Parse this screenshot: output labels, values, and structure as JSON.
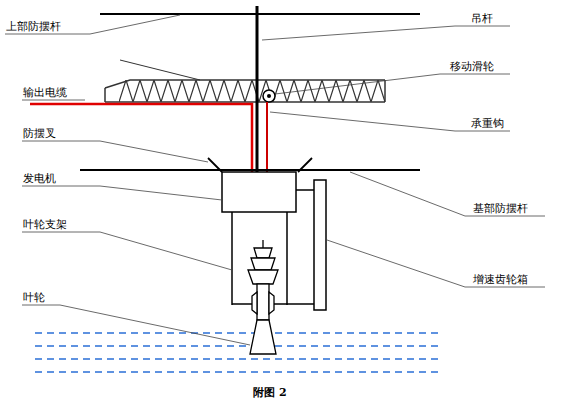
{
  "diagram": {
    "caption": "附图 2",
    "labels": [
      "上部防摆杆",
      "吊杆",
      "移动滑轮",
      "输出电缆",
      "承重钩",
      "防摆叉",
      "发电机",
      "基部防摆杆",
      "叶轮支架",
      "增速齿轮箱",
      "叶轮"
    ]
  }
}
